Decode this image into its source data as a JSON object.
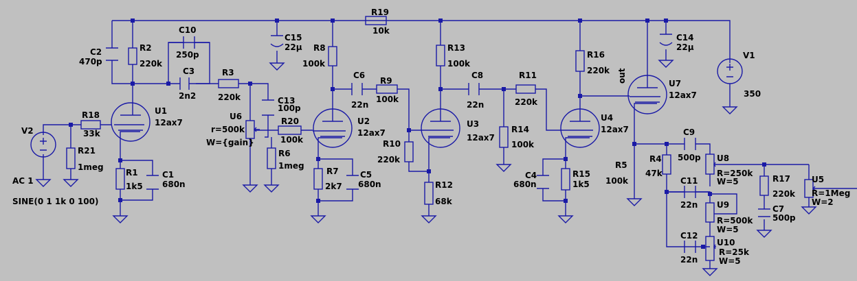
{
  "labels": {
    "R19": "R19",
    "R19v": "10k",
    "C2": "C2",
    "C2v": "470p",
    "R2": "R2",
    "R2v": "220k",
    "C10": "C10",
    "C10v": "250p",
    "C3": "C3",
    "C3v": "2n2",
    "R3": "R3",
    "R3v": "220k",
    "C15": "C15",
    "C15v": "22µ",
    "R8": "R8",
    "R8v": "100k",
    "C6": "C6",
    "C6v": "22n",
    "R9": "R9",
    "R9v": "100k",
    "R13": "R13",
    "R13v": "100k",
    "C8": "C8",
    "C8v": "22n",
    "R11": "R11",
    "R11v": "220k",
    "R16": "R16",
    "R16v": "220k",
    "C14": "C14",
    "C14v": "22µ",
    "V1": "V1",
    "V1v": "350",
    "out": "out",
    "U7": "U7",
    "U7v": "12ax7",
    "U1": "U1",
    "U1v": "12ax7",
    "U2": "U2",
    "U2v": "12ax7",
    "U3": "U3",
    "U3v": "12ax7",
    "U4": "U4",
    "U4v": "12ax7",
    "R18": "R18",
    "R18v": "33k",
    "V2": "V2",
    "R21": "R21",
    "R21v": "1meg",
    "AC1": "AC 1",
    "SINE": "SINE(0 1 1k 0 100)",
    "R1": "R1",
    "R1v": "1k5",
    "C1": "C1",
    "C1v": "680n",
    "C13": "C13",
    "C13v": "100p",
    "U6": "U6",
    "U6r": "r=500k",
    "U6w": "W={gain}",
    "R20": "R20",
    "R20v": "100k",
    "R6": "R6",
    "R6v": "1meg",
    "R7": "R7",
    "R7v": "2k7",
    "C5": "C5",
    "C5v": "680n",
    "R10": "R10",
    "R10v": "220k",
    "R12": "R12",
    "R12v": "68k",
    "R14": "R14",
    "R14v": "100k",
    "C4": "C4",
    "C4v": "680n",
    "R15": "R15",
    "R15v": "1k5",
    "C9": "C9",
    "C9v": "500p",
    "R5": "R5",
    "R5v": "100k",
    "R4": "R4",
    "R4v": "47k",
    "U8": "U8",
    "U8r": "R=250k",
    "U8w": "W=5",
    "R17": "R17",
    "R17v": "220k",
    "C7": "C7",
    "C7v": "500p",
    "U5": "U5",
    "U5r": "R=1Meg",
    "U5w": "W=2",
    "C11": "C11",
    "C11v": "22n",
    "U9": "U9",
    "U9r": "R=500k",
    "U9w": "W=5",
    "C12": "C12",
    "C12v": "22n",
    "U10": "U10",
    "U10r": "R=25k",
    "U10w": "W=5"
  }
}
